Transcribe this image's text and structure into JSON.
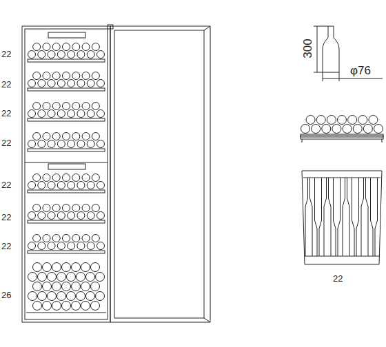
{
  "diagram": {
    "labels": [
      "22",
      "22",
      "22",
      "22",
      "22",
      "22",
      "22",
      "26",
      "300",
      "φ76",
      "22"
    ]
  }
}
